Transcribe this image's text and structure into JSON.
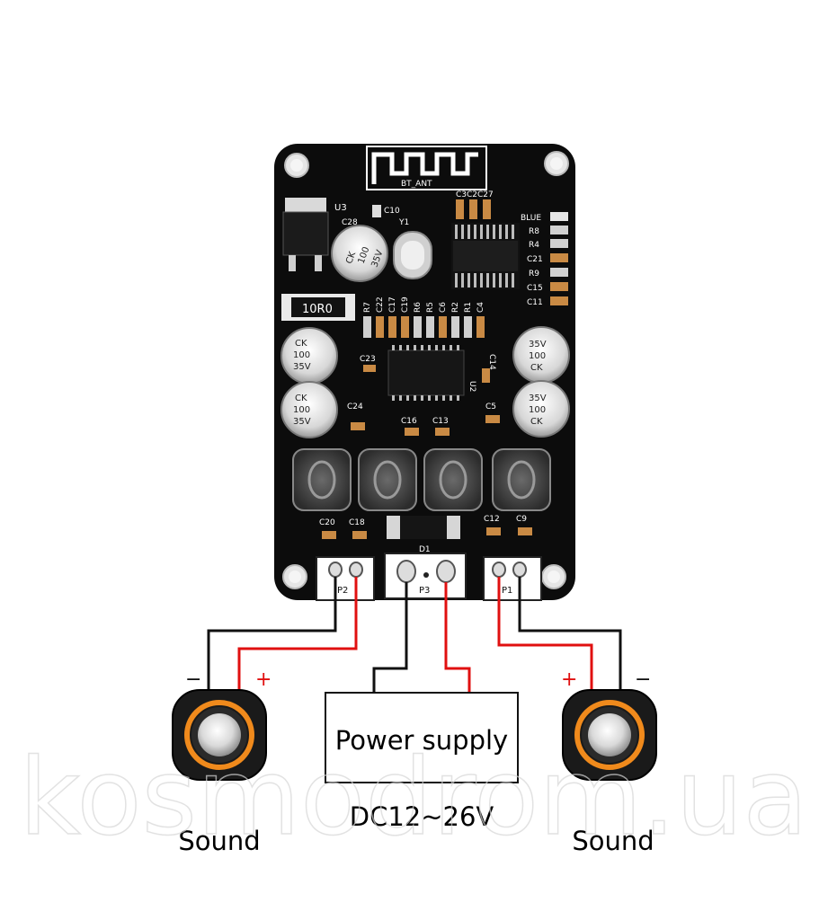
{
  "board": {
    "antenna_label": "BT_ANT",
    "regulator": "U3",
    "resistor_marking": "10R0",
    "crystal": "Y1",
    "diode": "D1",
    "cap_marking": {
      "brand": "CK",
      "value": "100",
      "voltage": "35V"
    },
    "component_labels": {
      "c10": "C10",
      "c28": "C28",
      "c3c2c27": "C3C2C27",
      "blue": "BLUE",
      "r8": "R8",
      "r4": "R4",
      "c21": "C21",
      "r9": "R9",
      "c15": "C15",
      "c11": "C11",
      "r7": "R7",
      "c22": "C22",
      "c17": "C17",
      "c19": "C19",
      "r6": "R6",
      "r5": "R5",
      "c6": "C6",
      "r2": "R2",
      "r1": "R1",
      "c4": "C4",
      "c23": "C23",
      "c14": "C14",
      "u2": "U2",
      "c24": "C24",
      "c16": "C16",
      "c13": "C13",
      "c5": "C5",
      "c20": "C20",
      "c18": "C18",
      "c12": "C12",
      "c9": "C9"
    },
    "connectors": {
      "left": "P2",
      "middle": "P3",
      "right": "P1"
    }
  },
  "power_supply": {
    "label": "Power supply",
    "voltage": "DC12~26V"
  },
  "speakers": [
    {
      "label": "Sound",
      "minus": "−",
      "plus": "+"
    },
    {
      "label": "Sound",
      "minus": "−",
      "plus": "+"
    }
  ],
  "watermark": "kosmodrom.ua",
  "colors": {
    "board": "#0c0c0c",
    "wire_black": "#111111",
    "wire_red": "#e01010",
    "speaker_ring": "#f08a1c"
  }
}
